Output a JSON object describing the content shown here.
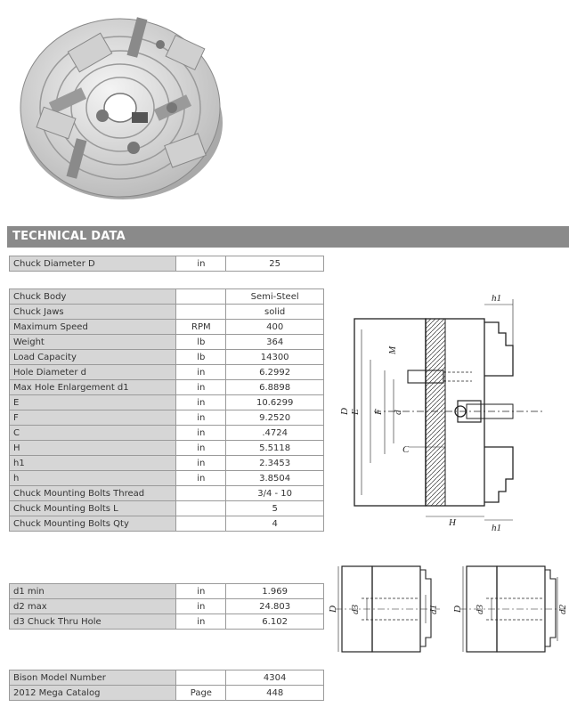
{
  "section_title": "TECHNICAL DATA",
  "table1": [
    {
      "label": "Chuck Diameter D",
      "unit": "in",
      "value": "25"
    }
  ],
  "table2": [
    {
      "label": "Chuck Body",
      "unit": "",
      "value": "Semi-Steel"
    },
    {
      "label": "Chuck Jaws",
      "unit": "",
      "value": "solid"
    },
    {
      "label": "Maximum Speed",
      "unit": "RPM",
      "value": "400"
    },
    {
      "label": "Weight",
      "unit": "lb",
      "value": "364"
    },
    {
      "label": "Load Capacity",
      "unit": "lb",
      "value": "14300"
    },
    {
      "label": "Hole Diameter d",
      "unit": "in",
      "value": "6.2992"
    },
    {
      "label": "Max Hole Enlargement d1",
      "unit": "in",
      "value": "6.8898"
    },
    {
      "label": "E",
      "unit": "in",
      "value": "10.6299"
    },
    {
      "label": "F",
      "unit": "in",
      "value": "9.2520"
    },
    {
      "label": "C",
      "unit": "in",
      "value": ".4724"
    },
    {
      "label": "H",
      "unit": "in",
      "value": "5.5118"
    },
    {
      "label": "h1",
      "unit": "in",
      "value": "2.3453"
    },
    {
      "label": "h",
      "unit": "in",
      "value": "3.8504"
    },
    {
      "label": "Chuck Mounting Bolts Thread",
      "unit": "",
      "value": "3/4 - 10"
    },
    {
      "label": "Chuck Mounting Bolts L",
      "unit": "",
      "value": "5"
    },
    {
      "label": "Chuck Mounting Bolts Qty",
      "unit": "",
      "value": "4"
    }
  ],
  "table3": [
    {
      "label": "d1 min",
      "unit": "in",
      "value": "1.969"
    },
    {
      "label": "d2 max",
      "unit": "in",
      "value": "24.803"
    },
    {
      "label": "d3 Chuck Thru Hole",
      "unit": "in",
      "value": "6.102"
    }
  ],
  "table4": [
    {
      "label": "Bison Model Number",
      "unit": "",
      "value": "4304"
    },
    {
      "label": "2012 Mega Catalog",
      "unit": "Page",
      "value": "448"
    }
  ],
  "diagram_labels": {
    "h1_top": "h1",
    "M": "M",
    "D": "D",
    "E": "E",
    "F": "F",
    "d": "d",
    "C": "C",
    "H": "H",
    "h1_bottom": "h1",
    "left_D": "D",
    "left_d3": "d3",
    "left_d1": "d1",
    "right_D": "D",
    "right_d3": "d3",
    "right_d2": "d2"
  }
}
